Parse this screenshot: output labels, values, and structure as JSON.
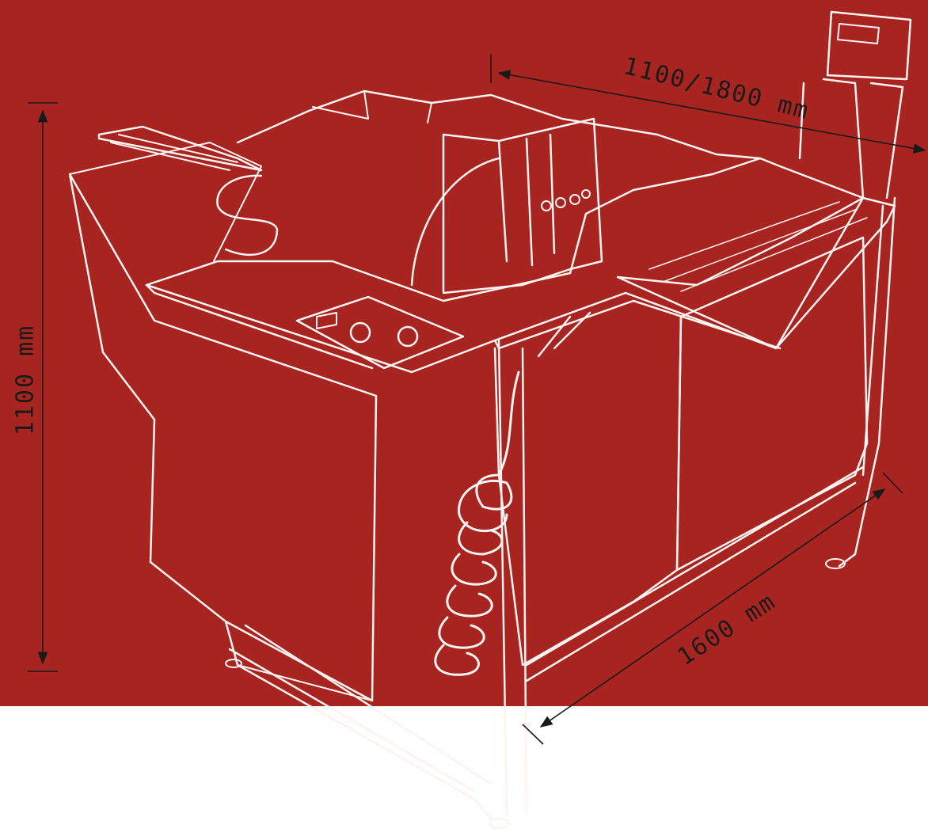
{
  "colors": {
    "band": "#a82420",
    "line": "#fdf3f0",
    "dimension": "#1a1a1a",
    "background": "#ffffff"
  },
  "dimensions": {
    "height": "1100 mm",
    "width": "1100/1800 mm",
    "depth": "1600 mm"
  }
}
